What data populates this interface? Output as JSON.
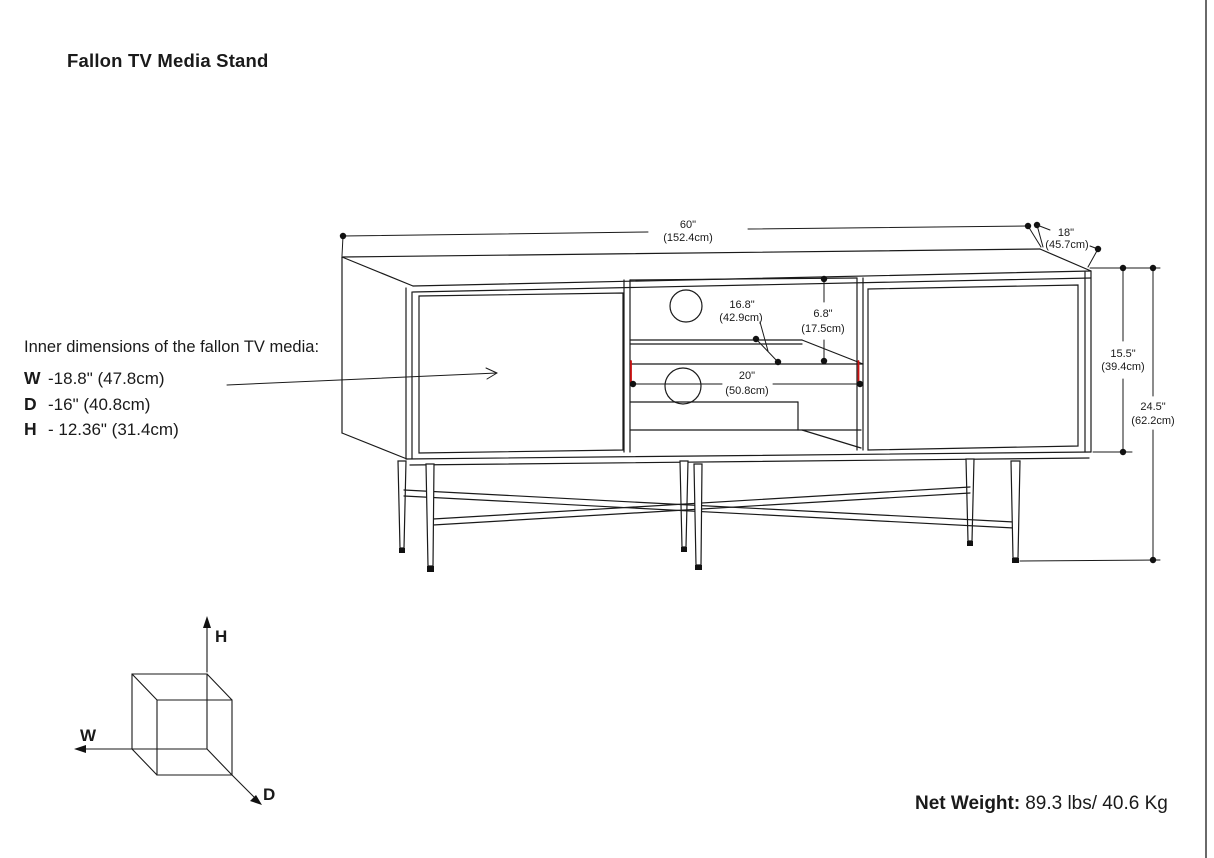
{
  "title": "Fallon TV Media Stand",
  "drawing": {
    "dim_width_in": "60\"",
    "dim_width_cm": "(152.4cm)",
    "dim_depth_in": "18\"",
    "dim_depth_cm": "(45.7cm)",
    "dim_shelf_depth_in": "16.8\"",
    "dim_shelf_depth_cm": "(42.9cm)",
    "dim_opening_height_in": "6.8\"",
    "dim_opening_height_cm": "(17.5cm)",
    "dim_opening_width_in": "20\"",
    "dim_opening_width_cm": "(50.8cm)",
    "dim_body_height_in": "15.5\"",
    "dim_body_height_cm": "(39.4cm)",
    "dim_total_height_in": "24.5\"",
    "dim_total_height_cm": "(62.2cm)"
  },
  "inner_dimensions": {
    "heading": "Inner dimensions of the fallon TV media:",
    "items": [
      {
        "axis": "W",
        "value": "-18.8\" (47.8cm)"
      },
      {
        "axis": "D",
        "value": "-16\" (40.8cm)"
      },
      {
        "axis": "H",
        "value": "- 12.36\" (31.4cm)"
      }
    ]
  },
  "axis_cube": {
    "h_label": "H",
    "w_label": "W",
    "d_label": "D"
  },
  "footer": {
    "net_weight_label": "Net Weight:",
    "net_weight_value": "89.3 lbs/ 40.6 Kg"
  },
  "colors": {
    "line": "#1a1a1a",
    "red_mark": "#cc1111",
    "background": "#ffffff"
  }
}
